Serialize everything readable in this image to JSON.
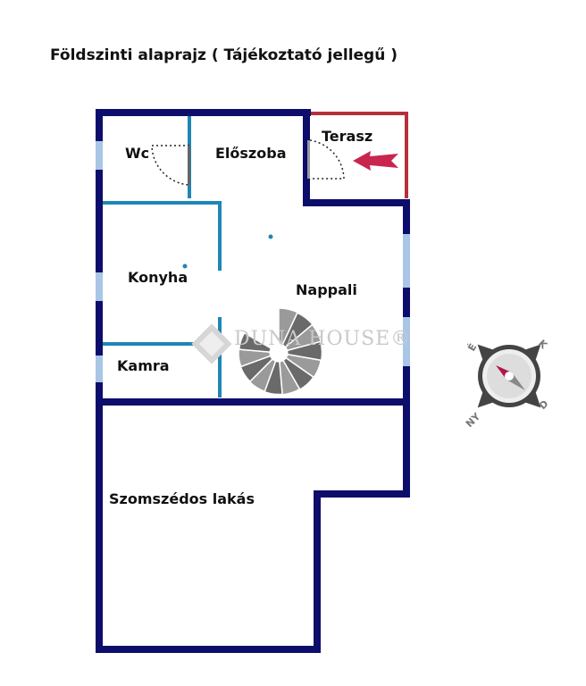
{
  "title": "Földszinti alaprajz ( Tájékoztató jellegű )",
  "rooms": {
    "wc": "Wc",
    "eloszoba": "Előszoba",
    "terasz": "Terasz",
    "konyha": "Konyha",
    "nappali": "Nappali",
    "kamra": "Kamra",
    "szomszedos": "Szomszédos lakás"
  },
  "watermark": "DUNA HOUSE®",
  "compass": {
    "e": "É",
    "k": "K",
    "d": "D",
    "ny": "NY"
  },
  "colors": {
    "outer_wall": "#0d0d6b",
    "inner_wall": "#1f86b5",
    "terrace": "#b5303a",
    "arrow": "#c8264f",
    "window": "#a9c6e6"
  }
}
